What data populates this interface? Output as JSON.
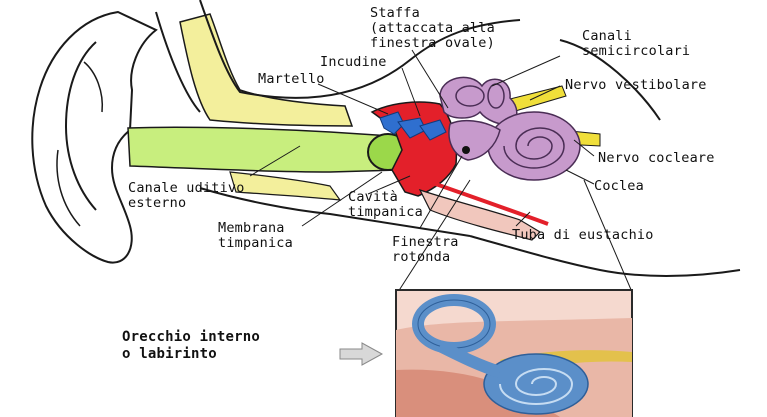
{
  "labels": {
    "staffa": "Staffa",
    "staffa_note_1": "(attaccata alla",
    "staffa_note_2": "finestra ovale)",
    "canali_1": "Canali",
    "canali_2": "semicircolari",
    "incudine": "Incudine",
    "martello": "Martello",
    "nervo_vestibolare": "Nervo vestibolare",
    "nervo_cocleare": "Nervo cocleare",
    "coclea": "Coclea",
    "canale_uditivo_1": "Canale uditivo",
    "canale_uditivo_2": "esterno",
    "cavita_1": "Cavità",
    "cavita_2": "timpanica",
    "membrana_1": "Membrana",
    "membrana_2": "timpanica",
    "finestra_1": "Finestra",
    "finestra_2": "rotonda",
    "tuba": "Tuba di eustachio",
    "orecchio_1": "Orecchio interno",
    "orecchio_2": "o labirinto"
  },
  "colors": {
    "cartilage": "#f3ef9c",
    "ear_canal": "#c8ee7e",
    "eardrum": "#9bd84a",
    "middle_ear": "#e3202a",
    "ossicles": "#2f6fcf",
    "labyrinth": "#c79acc",
    "nerve": "#f0df3a",
    "bone_wall": "#f1c7bd",
    "inset_labyrinth": "#5b8fc9"
  }
}
